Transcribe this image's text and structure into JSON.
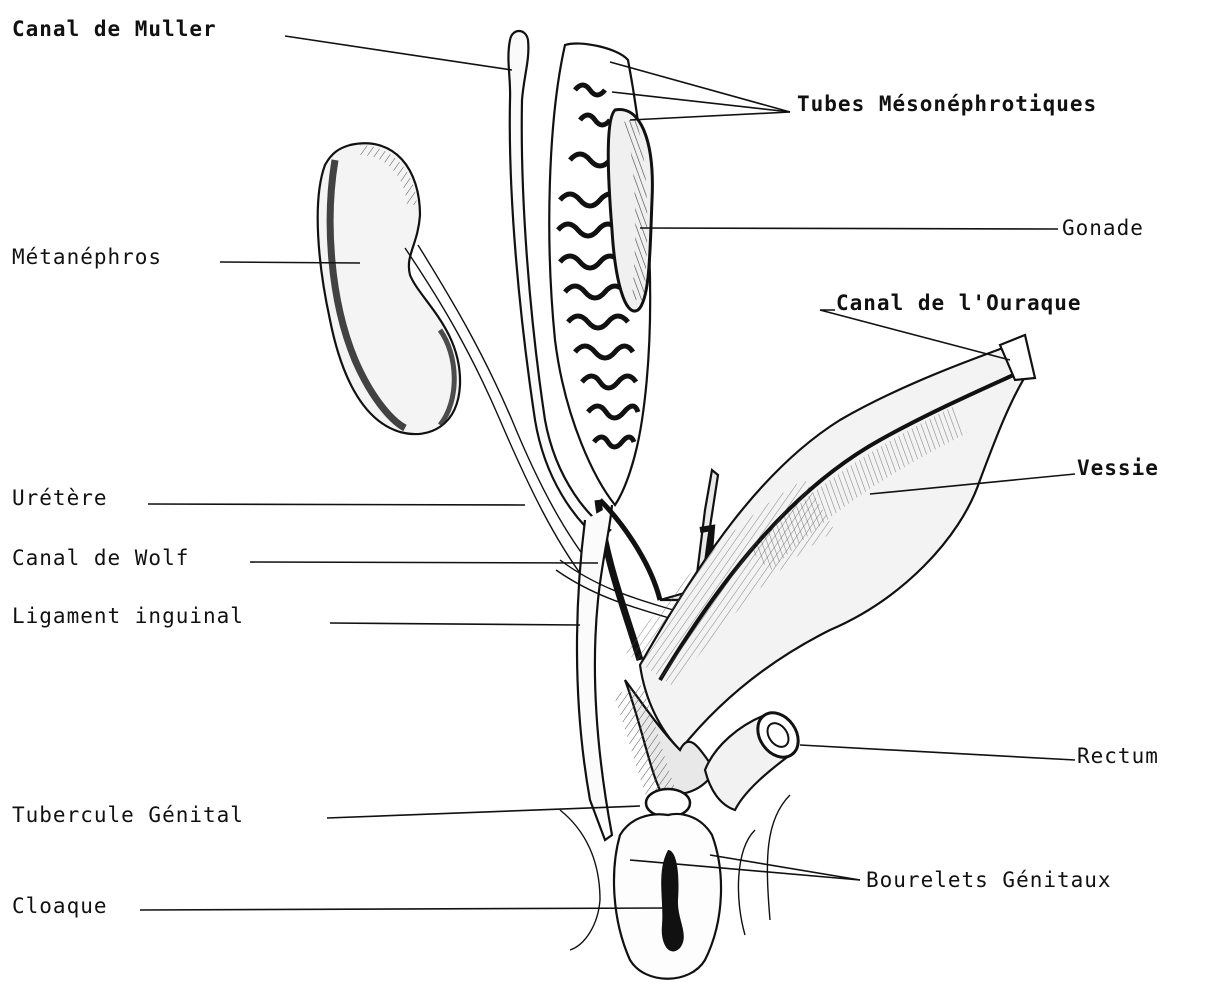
{
  "labels": {
    "canal_muller": "Canal de Muller",
    "tubes_mesonephrotiques": "Tubes Mésonéphrotiques",
    "gonade": "Gonade",
    "metanephros": "Métanéphros",
    "canal_ouraque": "Canal de l'Ouraque",
    "vessie": "Vessie",
    "uretere": "Urétère",
    "canal_wolf": "Canal de Wolf",
    "ligament_inguinal": "Ligament inguinal",
    "rectum": "Rectum",
    "tubercule_genital": "Tubercule Génital",
    "bourelets_genitaux": "Bourelets Génitaux",
    "cloaque": "Cloaque"
  }
}
